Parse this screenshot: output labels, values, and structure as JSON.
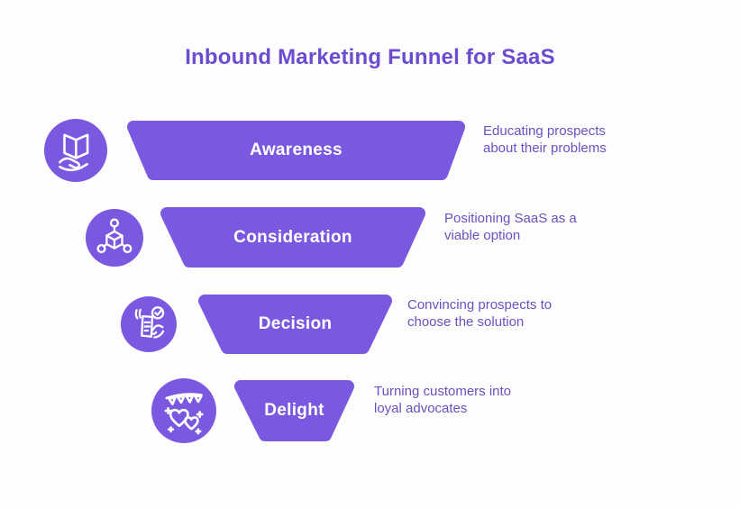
{
  "title": "Inbound Marketing Funnel for SaaS",
  "colors": {
    "background": "#fdfdfe",
    "funnel": "#7a59e0",
    "title": "#6d4bd1",
    "description": "#6b51c0",
    "stage_label": "#ffffff"
  },
  "stages": [
    {
      "label": "Awareness",
      "description": "Educating prospects\nabout their problems",
      "icon": "book-in-hand-icon"
    },
    {
      "label": "Consideration",
      "description": "Positioning SaaS as a\nviable option",
      "icon": "cube-nodes-icon"
    },
    {
      "label": "Decision",
      "description": "Convincing prospects to\nchoose the solution",
      "icon": "document-check-hands-icon"
    },
    {
      "label": "Delight",
      "description": "Turning customers into\nloyal advocates",
      "icon": "hearts-celebration-icon"
    }
  ]
}
